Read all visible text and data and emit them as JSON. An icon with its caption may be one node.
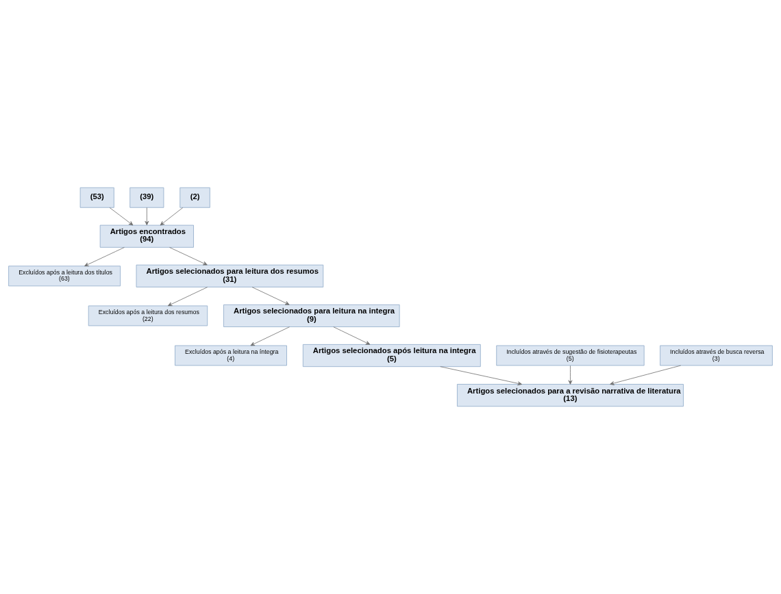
{
  "diagram": {
    "nodes": [
      {
        "text": [
          "(53)"
        ]
      },
      {
        "text": [
          "(39)"
        ]
      },
      {
        "text": [
          "(2)"
        ]
      },
      {
        "text": [
          "Artigos encontrados",
          "(94)"
        ]
      },
      {
        "text": [
          "Excluídos após a leitura dos títulos",
          "(63)"
        ]
      },
      {
        "text": [
          "Artigos selecionados para leitura dos resumos",
          "(31)"
        ]
      },
      {
        "text": [
          "Excluídos após a leitura dos resumos",
          "(22)"
        ]
      },
      {
        "text": [
          "Artigos selecionados para leitura na integra",
          "(9)"
        ]
      },
      {
        "text": [
          "Excluídos após a leitura na íntegra",
          "(4)"
        ]
      },
      {
        "text": [
          "Artigos selecionados após leitura na integra",
          "(5)"
        ]
      },
      {
        "text": [
          "Incluídos através de sugestão de fisioterapeutas",
          "(5)"
        ]
      },
      {
        "text": [
          "Incluídos através de busca reversa",
          "(3)"
        ]
      },
      {
        "text": [
          "Artigos selecionados para a revisão narrativa de literatura",
          "(13)"
        ]
      }
    ],
    "edges": [
      {
        "from": 0,
        "to": 3,
        "arrow": "to"
      },
      {
        "from": 1,
        "to": 3,
        "arrow": "to"
      },
      {
        "from": 2,
        "to": 3,
        "arrow": "to"
      },
      {
        "from": 3,
        "to": 4,
        "arrow": "to"
      },
      {
        "from": 3,
        "to": 5,
        "arrow": "to"
      },
      {
        "from": 5,
        "to": 6,
        "arrow": "to"
      },
      {
        "from": 5,
        "to": 7,
        "arrow": "to"
      },
      {
        "from": 7,
        "to": 8,
        "arrow": "to"
      },
      {
        "from": 7,
        "to": 9,
        "arrow": "to"
      },
      {
        "from": 9,
        "to": 12,
        "arrow": "to"
      },
      {
        "from": 10,
        "to": 12,
        "arrow": "to"
      },
      {
        "from": 11,
        "to": 12,
        "arrow": "to"
      }
    ]
  }
}
